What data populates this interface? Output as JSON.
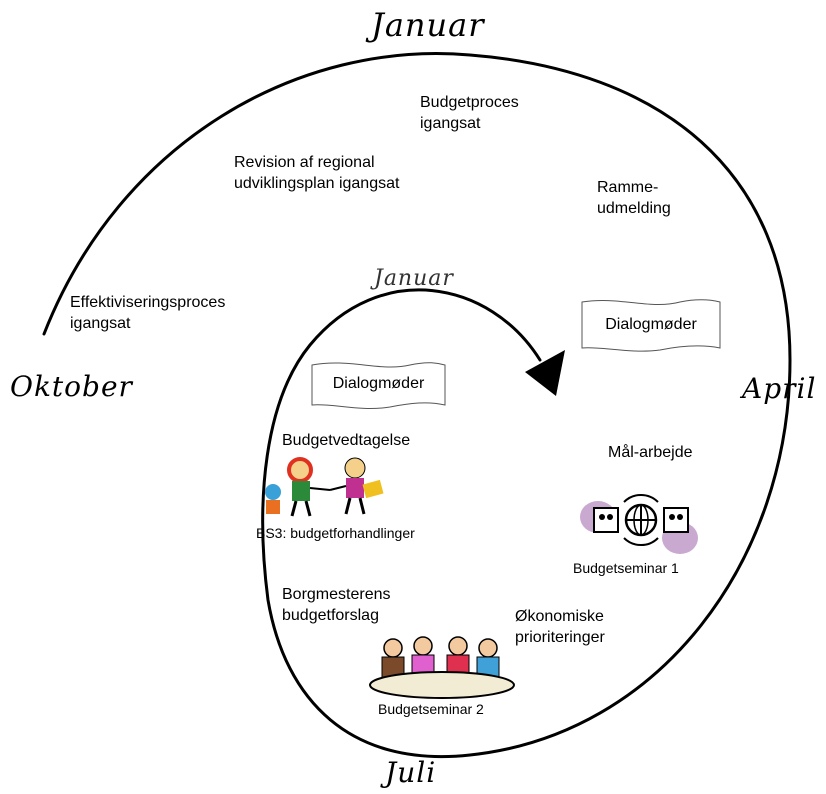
{
  "months": {
    "top": "Januar",
    "inner": "Januar",
    "left": "Oktober",
    "right": "April",
    "bottom": "Juli"
  },
  "labels": {
    "budgetproces": "Budgetproces\nigangsat",
    "revision": "Revision af regional\nudviklingsplan igangsat",
    "ramme": "Ramme-\nudmelding",
    "effektivisering": "Effektiviseringsproces\nigangsat",
    "dialog_right": "Dialogmøder",
    "dialog_left": "Dialogmøder",
    "budgetvedtagelse": "Budgetvedtagelse",
    "bs3": "BS3: budgetforhandlinger",
    "maal": "Mål-arbejde",
    "seminar1": "Budgetseminar 1",
    "borgmester": "Borgmesterens\nbudgetforslag",
    "oekonomiske": "Økonomiske\nprioriteringer",
    "seminar2": "Budgetseminar 2"
  },
  "icons": {
    "negotiation": "people-shaking-hands-icon",
    "seminar1": "people-around-globe-icon",
    "seminar2": "people-at-table-icon"
  },
  "colors": {
    "line": "#000000",
    "purple_blob": "#c9a9d0"
  }
}
